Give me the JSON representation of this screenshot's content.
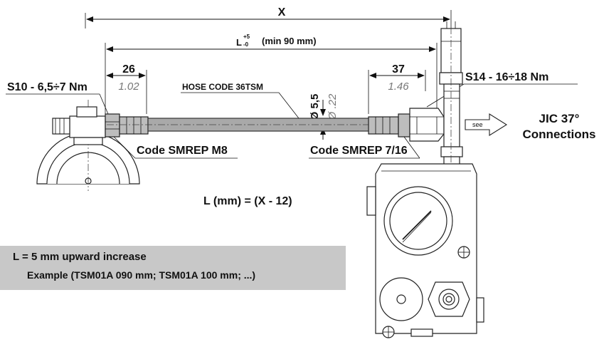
{
  "dimensions": {
    "x_label": "X",
    "l_symbol": "L",
    "l_tol_plus": "+5",
    "l_tol_minus": "-0",
    "l_min": "(min 90 mm)",
    "left_mm": "26",
    "left_in": "1.02",
    "right_mm": "37",
    "right_in": "1.46",
    "dia_mm": "Ø 5,5",
    "dia_in": "Ø .22"
  },
  "labels": {
    "torque_left": "S10 - 6,5÷7 Nm",
    "torque_right": "S14 - 16÷18 Nm",
    "hose_code": "HOSE CODE 36TSM",
    "code_left": "Code SMREP M8",
    "code_right": "Code SMREP 7/16",
    "see": "see",
    "jic_line1": "JIC 37°",
    "jic_line2": "Connections",
    "formula": "L (mm) = (X - 12)"
  },
  "note": {
    "line1": "L  = 5 mm upward increase",
    "line2": "Example (TSM01A 090 mm; TSM01A 100 mm; ...)"
  }
}
